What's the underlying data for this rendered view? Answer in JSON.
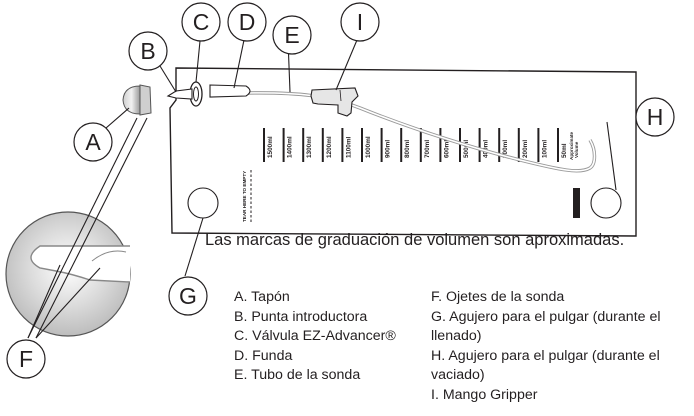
{
  "callouts": {
    "a": "A",
    "b": "B",
    "c": "C",
    "d": "D",
    "e": "E",
    "f": "F",
    "g": "G",
    "h": "H",
    "i": "I"
  },
  "bag": {
    "graduations": [
      "1500ml",
      "1400ml",
      "1300ml",
      "1200ml",
      "1100ml",
      "1000ml",
      "900ml",
      "800ml",
      "700ml",
      "600ml",
      "500ml",
      "400ml",
      "300ml",
      "200ml",
      "100ml",
      "50ml"
    ],
    "approx_label_1": "Approximate",
    "approx_label_2": "Volume",
    "tear_label": "TEAR HERE TO EMPTY"
  },
  "caption": "Las marcas de graduación de volumen son aproximadas.",
  "legend": {
    "left": [
      "A. Tapón",
      "B. Punta introductora",
      "C. Válvula EZ-Advancer®",
      "D. Funda",
      "E. Tubo de la sonda"
    ],
    "right": [
      "F. Ojetes de la sonda",
      "G. Agujero para el pulgar (durante el llenado)",
      "H. Agujero para el pulgar (durante el vaciado)",
      "I. Mango Gripper"
    ]
  },
  "colors": {
    "ink": "#231f20",
    "line": "#555555",
    "fill_gray": "#e6e6e6"
  }
}
